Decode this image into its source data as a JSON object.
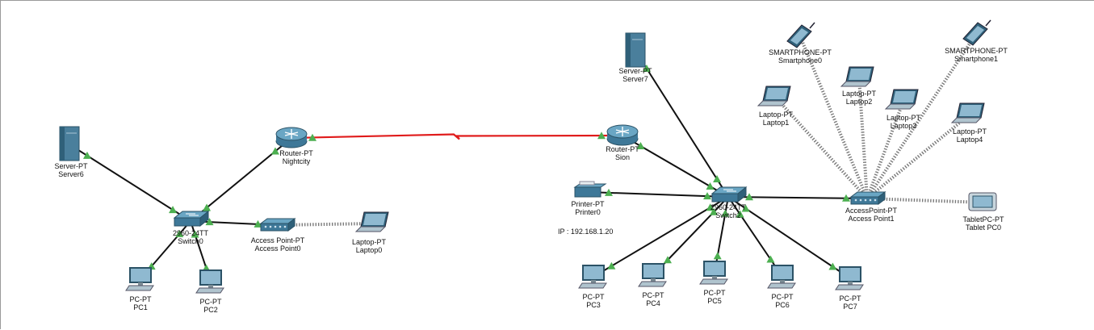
{
  "colors": {
    "cable": "#111111",
    "serial": "#e01b1b",
    "wireless": "#7a7a7a",
    "port_up": "#4caf50",
    "device": "#3d7fa6"
  },
  "devices": {
    "server6": {
      "type": "Server-PT",
      "name": "Server6",
      "icon": "server-icon"
    },
    "switch0": {
      "type": "2960-24TT",
      "name": "Switch0",
      "icon": "switch-icon"
    },
    "nightcity": {
      "type": "Router-PT",
      "name": "Nightcity",
      "icon": "router-icon"
    },
    "ap0": {
      "type": "Access Point-PT",
      "name": "Access Point0",
      "icon": "access-point-icon"
    },
    "laptop0": {
      "type": "Laptop-PT",
      "name": "Laptop0",
      "icon": "laptop-icon"
    },
    "pc1": {
      "type": "PC-PT",
      "name": "PC1",
      "icon": "pc-icon"
    },
    "pc2": {
      "type": "PC-PT",
      "name": "PC2",
      "icon": "pc-icon"
    },
    "server7": {
      "type": "Server-PT",
      "name": "Server7",
      "icon": "server-icon"
    },
    "sion": {
      "type": "Router-PT",
      "name": "Sion",
      "icon": "router-icon"
    },
    "printer0": {
      "type": "Printer-PT",
      "name": "Printer0",
      "icon": "printer-icon",
      "ip": "IP : 192.168.1.20"
    },
    "switch2": {
      "type": "2960-24TT",
      "name": "Switch2",
      "icon": "switch-icon"
    },
    "ap1": {
      "type": "AccessPoint-PT",
      "name": "Access Point1",
      "icon": "access-point-icon"
    },
    "tablet0": {
      "type": "TabletPC-PT",
      "name": "Tablet PC0",
      "icon": "tablet-icon"
    },
    "smartphone0": {
      "type": "SMARTPHONE-PT",
      "name": "Smartphone0",
      "icon": "smartphone-icon"
    },
    "smartphone1": {
      "type": "SMARTPHONE-PT",
      "name": "Smartphone1",
      "icon": "smartphone-icon"
    },
    "laptop1": {
      "type": "Laptop-PT",
      "name": "Laptop1",
      "icon": "laptop-icon"
    },
    "laptop2": {
      "type": "Laptop-PT",
      "name": "Laptop2",
      "icon": "laptop-icon"
    },
    "laptop3": {
      "type": "Laptop-PT",
      "name": "Laptop3",
      "icon": "laptop-icon"
    },
    "laptop4": {
      "type": "Laptop-PT",
      "name": "Laptop4",
      "icon": "laptop-icon"
    },
    "pc3": {
      "type": "PC-PT",
      "name": "PC3",
      "icon": "pc-icon"
    },
    "pc4": {
      "type": "PC-PT",
      "name": "PC4",
      "icon": "pc-icon"
    },
    "pc5": {
      "type": "PC-PT",
      "name": "PC5",
      "icon": "pc-icon"
    },
    "pc6": {
      "type": "PC-PT",
      "name": "PC6",
      "icon": "pc-icon"
    },
    "pc7": {
      "type": "PC-PT",
      "name": "PC7",
      "icon": "pc-icon"
    }
  },
  "links": [
    {
      "from": "server6",
      "to": "switch0",
      "kind": "ethernet"
    },
    {
      "from": "nightcity",
      "to": "switch0",
      "kind": "ethernet"
    },
    {
      "from": "switch0",
      "to": "ap0",
      "kind": "ethernet"
    },
    {
      "from": "switch0",
      "to": "pc1",
      "kind": "ethernet"
    },
    {
      "from": "switch0",
      "to": "pc2",
      "kind": "ethernet"
    },
    {
      "from": "ap0",
      "to": "laptop0",
      "kind": "wireless"
    },
    {
      "from": "nightcity",
      "to": "sion",
      "kind": "serial"
    },
    {
      "from": "sion",
      "to": "switch2",
      "kind": "ethernet"
    },
    {
      "from": "server7",
      "to": "switch2",
      "kind": "ethernet"
    },
    {
      "from": "printer0",
      "to": "switch2",
      "kind": "ethernet"
    },
    {
      "from": "switch2",
      "to": "ap1",
      "kind": "ethernet"
    },
    {
      "from": "switch2",
      "to": "pc3",
      "kind": "ethernet"
    },
    {
      "from": "switch2",
      "to": "pc4",
      "kind": "ethernet"
    },
    {
      "from": "switch2",
      "to": "pc5",
      "kind": "ethernet"
    },
    {
      "from": "switch2",
      "to": "pc6",
      "kind": "ethernet"
    },
    {
      "from": "switch2",
      "to": "pc7",
      "kind": "ethernet"
    },
    {
      "from": "ap1",
      "to": "smartphone0",
      "kind": "wireless"
    },
    {
      "from": "ap1",
      "to": "smartphone1",
      "kind": "wireless"
    },
    {
      "from": "ap1",
      "to": "laptop1",
      "kind": "wireless"
    },
    {
      "from": "ap1",
      "to": "laptop2",
      "kind": "wireless"
    },
    {
      "from": "ap1",
      "to": "laptop3",
      "kind": "wireless"
    },
    {
      "from": "ap1",
      "to": "laptop4",
      "kind": "wireless"
    },
    {
      "from": "ap1",
      "to": "tablet0",
      "kind": "wireless"
    }
  ]
}
